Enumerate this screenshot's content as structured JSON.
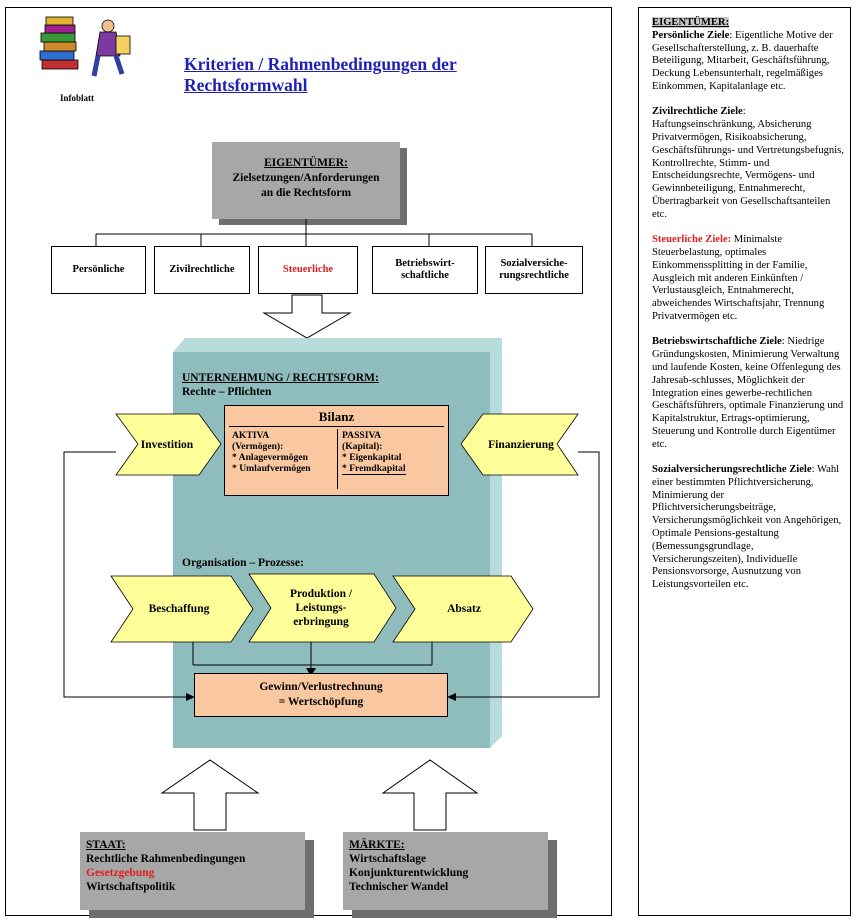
{
  "header": {
    "title_line1": "Kriterien / Rahmenbedingungen der",
    "title_line2": "Rechtsformwahl",
    "infoblatt": "Infoblatt"
  },
  "owner_box": {
    "heading": "EIGENTÜMER:",
    "line1": "Zielsetzungen/Anforderungen",
    "line2": "an die Rechtsform"
  },
  "categories": [
    {
      "line1": "Persönliche",
      "line2": ""
    },
    {
      "line1": "Zivilrechtliche",
      "line2": ""
    },
    {
      "line1": "Steuerliche",
      "line2": ""
    },
    {
      "line1": "Betriebswirt-",
      "line2": "schaftliche"
    },
    {
      "line1": "Sozialversiche-",
      "line2": "rungsrechtliche"
    }
  ],
  "company": {
    "heading": "UNTERNEHMUNG / RECHTSFORM:",
    "subheading": "Rechte – Pflichten",
    "investition": "Investition",
    "finanzierung": "Finanzierung",
    "org_heading": "Organisation – Prozesse:",
    "beschaffung": "Beschaffung",
    "produktion_l1": "Produktion /",
    "produktion_l2": "Leistungs-",
    "produktion_l3": "erbringung",
    "absatz": "Absatz",
    "gewinn_l1": "Gewinn/Verlustrechnung",
    "gewinn_l2": "= Wertschöpfung"
  },
  "bilanz": {
    "title": "Bilanz",
    "aktiva_l1": "AKTIVA",
    "aktiva_l2": "(Vermögen):",
    "aktiva_l3": "* Anlagevermögen",
    "aktiva_l4": "* Umlaufvermögen",
    "passiva_l1": "PASSIVA",
    "passiva_l2": "(Kapital):",
    "passiva_l3": "* Eigenkapital",
    "passiva_l4": "* Fremdkapital"
  },
  "staat": {
    "heading": "STAAT:",
    "line1": "Rechtliche Rahmenbedingungen",
    "line2": "Gesetzgebung",
    "line3": "Wirtschaftspolitik"
  },
  "maerkte": {
    "heading": "MÄRKTE:",
    "line1": "Wirtschaftslage",
    "line2": "Konjunkturentwicklung",
    "line3": "Technischer Wandel"
  },
  "sidebar": {
    "heading": "EIGENTÜMER:",
    "p1_title": "Persönliche Ziele",
    "p1_text": ": Eigentliche Motive der Gesellschafterstellung, z. B. dauerhafte Beteiligung, Mitarbeit, Geschäftsführung, Deckung Lebensunterhalt, regelmäßiges Einkommen, Kapitalanlage etc.",
    "p2_title": "Zivilrechtliche Ziele",
    "p2_text": ": Haftungseinschränkung, Absicherung Privatvermögen, Risikoabsicherung, Geschäftsführungs- und Vertretungsbefugnis, Kontrollrechte, Stimm- und Entscheidungsrechte, Vermögens- und Gewinnbeteiligung, Entnahmerecht, Übertragbarkeit von Gesellschaftsanteilen etc.",
    "p3_title": "Steuerliche Ziele:",
    "p3_text": " Minimalste Steuerbelastung, optimales Einkommenssplitting in der Familie, Ausgleich mit anderen Einkünften / Verlustausgleich, Entnahmerecht, abweichendes Wirtschaftsjahr, Trennung Privatvermögen etc.",
    "p4_title": "Betriebswirtschaftliche Ziele",
    "p4_text": ": Niedrige Gründungskosten, Minimierung Verwaltung und laufende Kosten, keine Offenlegung des Jahresab-schlusses, Möglichkeit der Integration eines gewerbe-rechtlichen Geschäftsführers, optimale Finanzierung und Kapitalstruktur, Ertrags-optimierung, Steuerung und Kontrolle durch Eigentümer etc.",
    "p5_title": "Sozialversicherungsrechtliche Ziele",
    "p5_text": ": Wahl einer bestimmten Pflichtversicherung, Minimierung der Pflichtversicherungsbeiträge, Versicherungsmöglichkeit von Angehörigen, Optimale Pensions-gestaltung (Bemessungsgrundlage, Versicherungszeiten), Individuelle Pensionsvorsorge, Ausnutzung von Leistungsvorteilen etc."
  },
  "colors": {
    "title_blue": "#2020b8",
    "teal": "#8fbcbc",
    "teal_side": "#b8dcdc",
    "orange": "#f9c8a0",
    "yellow": "#ffff99",
    "gray_box": "#a7a7a7",
    "red": "#e02020"
  }
}
